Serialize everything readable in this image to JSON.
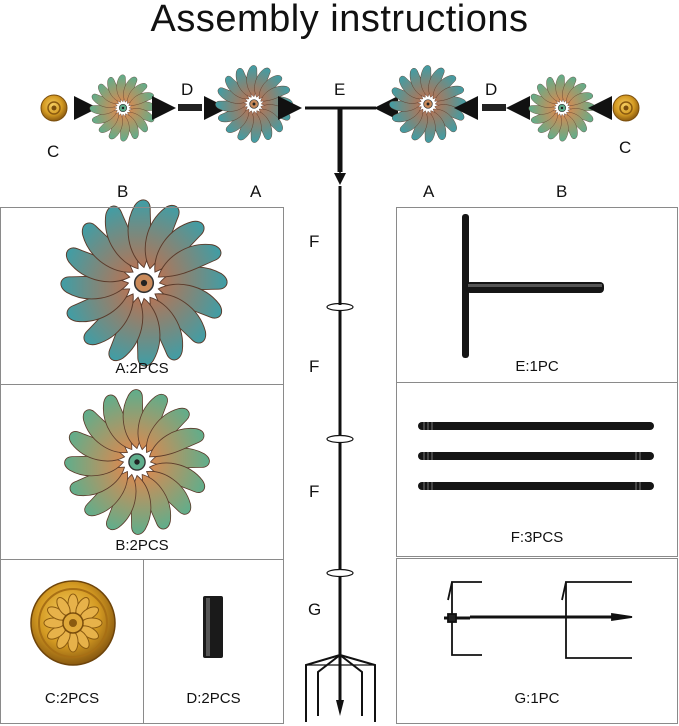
{
  "title": "Assembly instructions",
  "diagram": {
    "row_labels": {
      "c_left": "C",
      "d_left": "D",
      "e": "E",
      "d_right": "D",
      "c_right": "C",
      "b_left": "B",
      "a_left": "A",
      "a_right": "A",
      "b_right": "B"
    },
    "pole_labels": {
      "f1": "F",
      "f2": "F",
      "f3": "F",
      "g": "G"
    }
  },
  "parts": {
    "a": "A:2PCS",
    "b": "B:2PCS",
    "c": "C:2PCS",
    "d": "D:2PCS",
    "e": "E:1PC",
    "f": "F:3PCS",
    "g": "G:1PC"
  },
  "colors": {
    "teal": "#3e9aa0",
    "copper": "#b9744f",
    "gold": "#c98a1a",
    "black": "#111111"
  }
}
